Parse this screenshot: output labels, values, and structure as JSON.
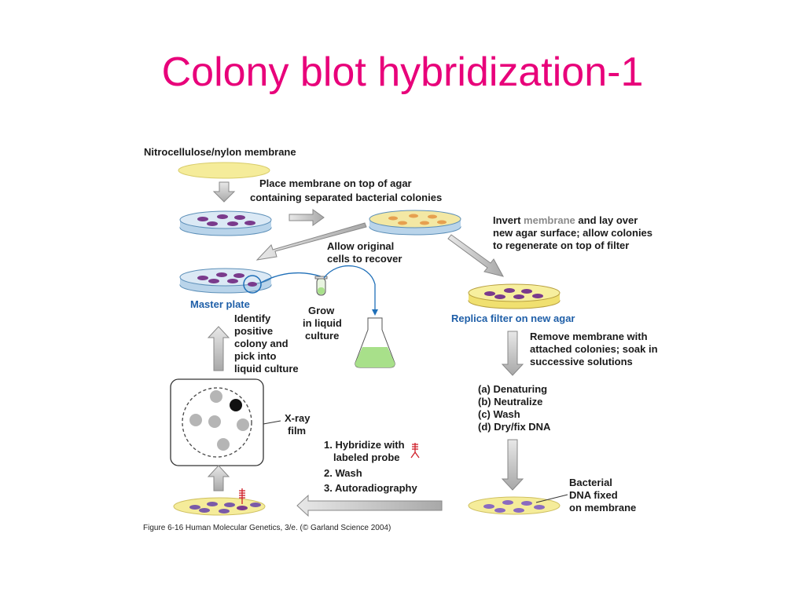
{
  "slide": {
    "title": "Colony blot hybridization-1",
    "title_color": "#e8007a"
  },
  "figure": {
    "membrane_label": "Nitrocellulose/nylon membrane",
    "place_membrane": [
      "Place membrane on top of agar",
      "containing separated bacterial colonies"
    ],
    "invert": {
      "word1": "Invert",
      "word2": "membrane",
      "word3": "and lay over",
      "line2": "new agar surface; allow colonies",
      "line3": "to regenerate on top of filter"
    },
    "allow_recover": [
      "Allow original",
      "cells to recover"
    ],
    "master_plate": "Master plate",
    "grow": [
      "Grow",
      "in liquid",
      "culture"
    ],
    "replica_filter": "Replica filter on new agar",
    "identify": [
      "Identify",
      "positive",
      "colony and",
      "pick into",
      "liquid culture"
    ],
    "remove_membrane": [
      "Remove membrane with",
      "attached colonies; soak in",
      "successive solutions"
    ],
    "solutions": [
      "(a) Denaturing",
      "(b) Neutralize",
      "(c) Wash",
      "(d) Dry/fix DNA"
    ],
    "xray": [
      "X-ray",
      "film"
    ],
    "steps": [
      "1. Hybridize with",
      "labeled probe",
      "2. Wash",
      "3. Autoradiography"
    ],
    "bacterial_dna": [
      "Bacterial",
      "DNA fixed",
      "on membrane"
    ],
    "caption": "Figure 6-16  Human Molecular Genetics, 3/e.  (© Garland Science 2004)",
    "colors": {
      "membrane": "#f5ec9a",
      "colony": "#7a3a8c",
      "plate_blue": "#cfe3f2",
      "arrow_gray": "#bdbdbd",
      "culture_green": "#a8e08a",
      "probe_red": "#d0202a"
    }
  }
}
